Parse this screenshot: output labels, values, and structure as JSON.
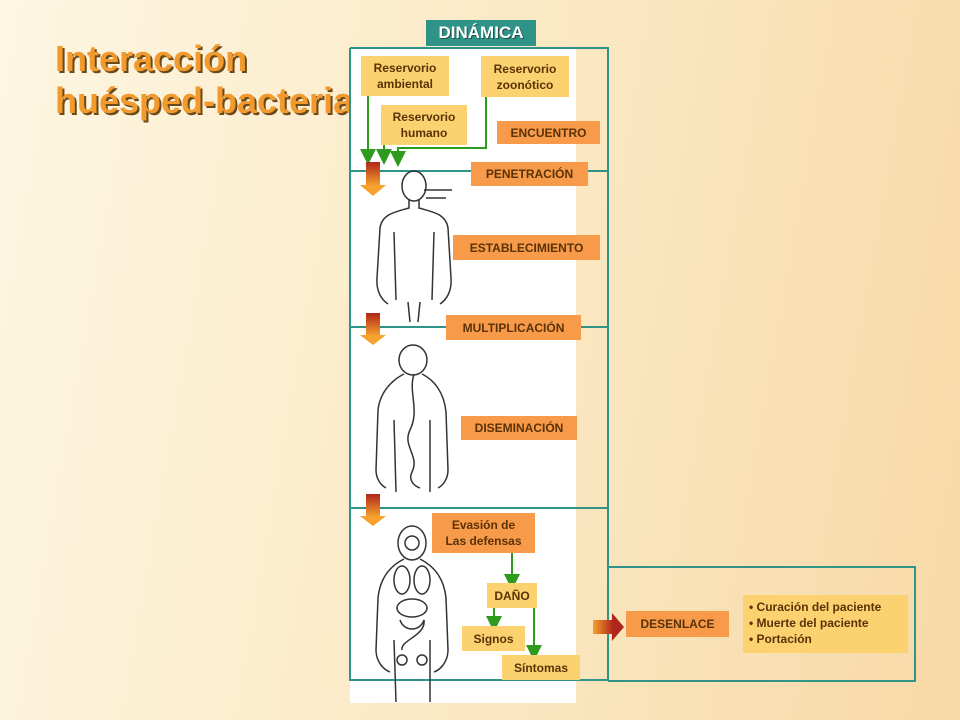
{
  "title": {
    "line1": "Interacción",
    "line2": "huésped-bacteria"
  },
  "header_tab": "DINÁMICA",
  "reservoirs": {
    "ambiental": "Reservorio ambiental",
    "zoonotico": "Reservorio zoonótico",
    "humano": "Reservorio humano"
  },
  "stages": {
    "encuentro": "ENCUENTRO",
    "penetracion": "PENETRACIÓN",
    "establecimiento": "ESTABLECIMIENTO",
    "multiplicacion": "MULTIPLICACIÓN",
    "diseminacion": "DISEMINACIÓN",
    "evasion": "Evasión de Las defensas",
    "dano": "DAÑO",
    "signos": "Signos",
    "sintomas": "Síntomas",
    "desenlace": "DESENLACE"
  },
  "outcomes": [
    "Curación del paciente",
    "Muerte del paciente",
    "Portación"
  ],
  "colors": {
    "title": "#f29a2e",
    "tab": "#2f9487",
    "frame": "#2f9487",
    "yellow_box": "#fcd271",
    "orange_box": "#f79a4a",
    "green_arrow": "#2e9b1f",
    "stage_arrow_top": "#b0261a",
    "stage_arrow_bottom": "#f6a22c"
  }
}
